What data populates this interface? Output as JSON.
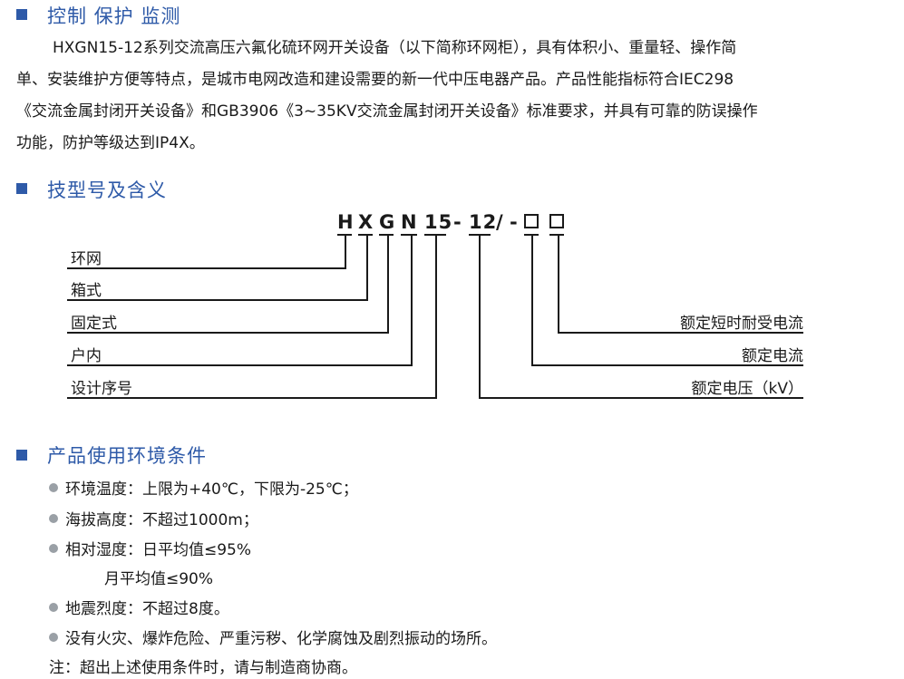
{
  "section1": {
    "title": "控制 保护 监测",
    "lines": [
      "HXGN15-12系列交流高压六氟化硫环网开关设备（以下简称环网柜），具有体积小、重量轻、操作简",
      "单、安装维护方便等特点，是城市电网改造和建设需要的新一代中压电器产品。产品性能指标符合IEC298",
      "《交流金属封闭开关设备》和GB3906《3~35KV交流金属封闭开关设备》标准要求，并具有可靠的防误操作",
      "功能，防护等级达到IP4X。"
    ]
  },
  "section2": {
    "title": "技型号及含义",
    "code_chars": [
      "H",
      "X",
      "G",
      "N",
      "15",
      "-",
      "12",
      "/",
      "-"
    ],
    "left_labels": [
      "环网",
      "箱式",
      "固定式",
      "户内",
      "设计序号"
    ],
    "right_labels": [
      "额定短时耐受电流",
      "额定电流",
      "额定电压（kV）"
    ]
  },
  "section3": {
    "title": "产品使用环境条件",
    "items": [
      "环境温度：上限为+40℃，下限为-25℃；",
      "海拔高度：不超过1000m；",
      "相对湿度：日平均值≤95%",
      "地震烈度：不超过8度。",
      "没有火灾、爆炸危险、严重污秽、化学腐蚀及剧烈振动的场所。"
    ],
    "humidity_month": "月平均值≤90%",
    "note": "注：超出上述使用条件时，请与制造商协商。"
  },
  "colors": {
    "accent": "#2e5aa8",
    "bullet": "#9aa0a6",
    "text": "#1a1a1a"
  }
}
